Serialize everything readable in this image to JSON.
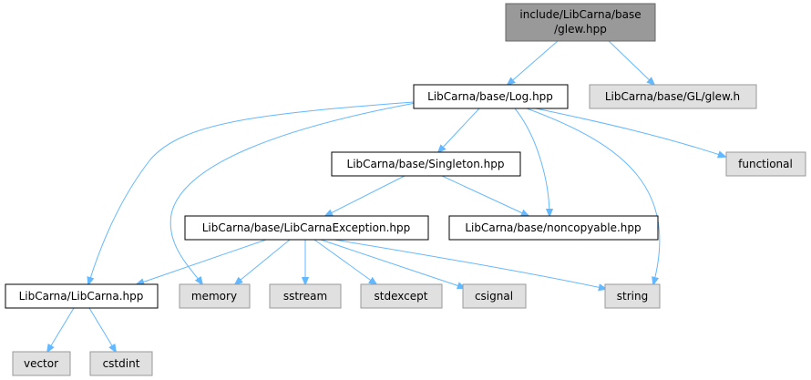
{
  "colors": {
    "edge": "#63b8ff",
    "root_fill": "#999999",
    "root_stroke": "#666666",
    "file_fill": "#ffffff",
    "file_stroke": "#000000",
    "external_fill": "#e0e0e0",
    "external_stroke": "#999999"
  },
  "nodes": {
    "root": {
      "line1": "include/LibCarna/base",
      "line2": "/glew.hpp"
    },
    "log": {
      "label": "LibCarna/base/Log.hpp"
    },
    "glew_h": {
      "label": "LibCarna/base/GL/glew.h"
    },
    "singleton": {
      "label": "LibCarna/base/Singleton.hpp"
    },
    "functional": {
      "label": "functional"
    },
    "exception": {
      "label": "LibCarna/base/LibCarnaException.hpp"
    },
    "noncopyable": {
      "label": "LibCarna/base/noncopyable.hpp"
    },
    "libcarna": {
      "label": "LibCarna/LibCarna.hpp"
    },
    "memory": {
      "label": "memory"
    },
    "sstream": {
      "label": "sstream"
    },
    "stdexcept": {
      "label": "stdexcept"
    },
    "csignal": {
      "label": "csignal"
    },
    "string": {
      "label": "string"
    },
    "vector": {
      "label": "vector"
    },
    "cstdint": {
      "label": "cstdint"
    }
  }
}
